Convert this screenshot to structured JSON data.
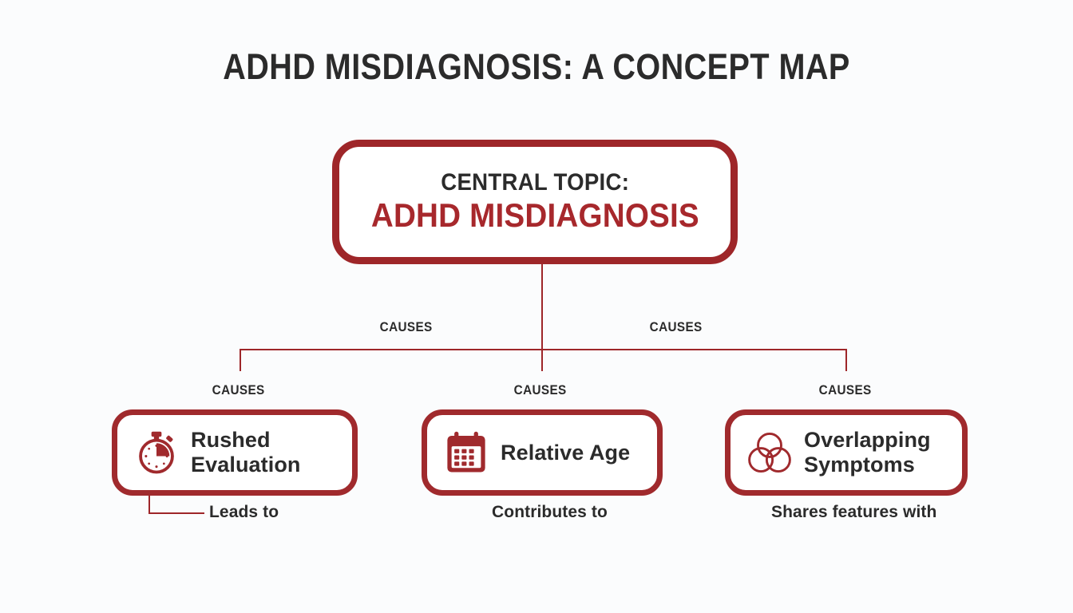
{
  "page": {
    "title": "ADHD MISDIAGNOSIS: A CONCEPT MAP",
    "background_color": "#fbfcfd",
    "accent_color": "#9e2629",
    "text_color": "#2b2b2b"
  },
  "central_node": {
    "eyebrow": "CENTRAL TOPIC:",
    "label": "ADHD MISDIAGNOSIS"
  },
  "edges": {
    "upper_left_label": "CAUSES",
    "upper_right_label": "CAUSES",
    "lower_left_label": "CAUSES",
    "lower_mid_label": "CAUSES",
    "lower_right_label": "CAUSES"
  },
  "nodes": [
    {
      "icon": "stopwatch-icon",
      "label_line1": "Rushed",
      "label_line2": "Evaluation",
      "relation": "Leads to"
    },
    {
      "icon": "calendar-icon",
      "label_line1": "Relative Age",
      "label_line2": "",
      "relation": "Contributes to"
    },
    {
      "icon": "venn-circles-icon",
      "label_line1": "Overlapping",
      "label_line2": "Symptoms",
      "relation": "Shares features with"
    }
  ]
}
